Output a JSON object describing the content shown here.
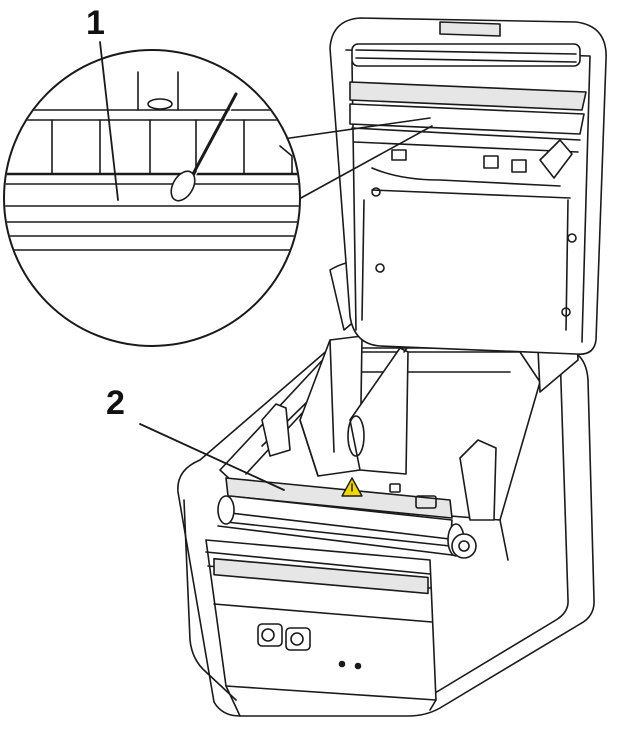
{
  "callouts": {
    "one": "1",
    "two": "2"
  },
  "colors": {
    "line": "#1a1a1a",
    "printer_body": "#ffffff",
    "shade": "#e6e6e6",
    "warning_label": "#f2d600"
  },
  "icons": {
    "detail_view": "magnified-circle",
    "tool": "cotton-swab",
    "warning": "warning-triangle-icon"
  }
}
